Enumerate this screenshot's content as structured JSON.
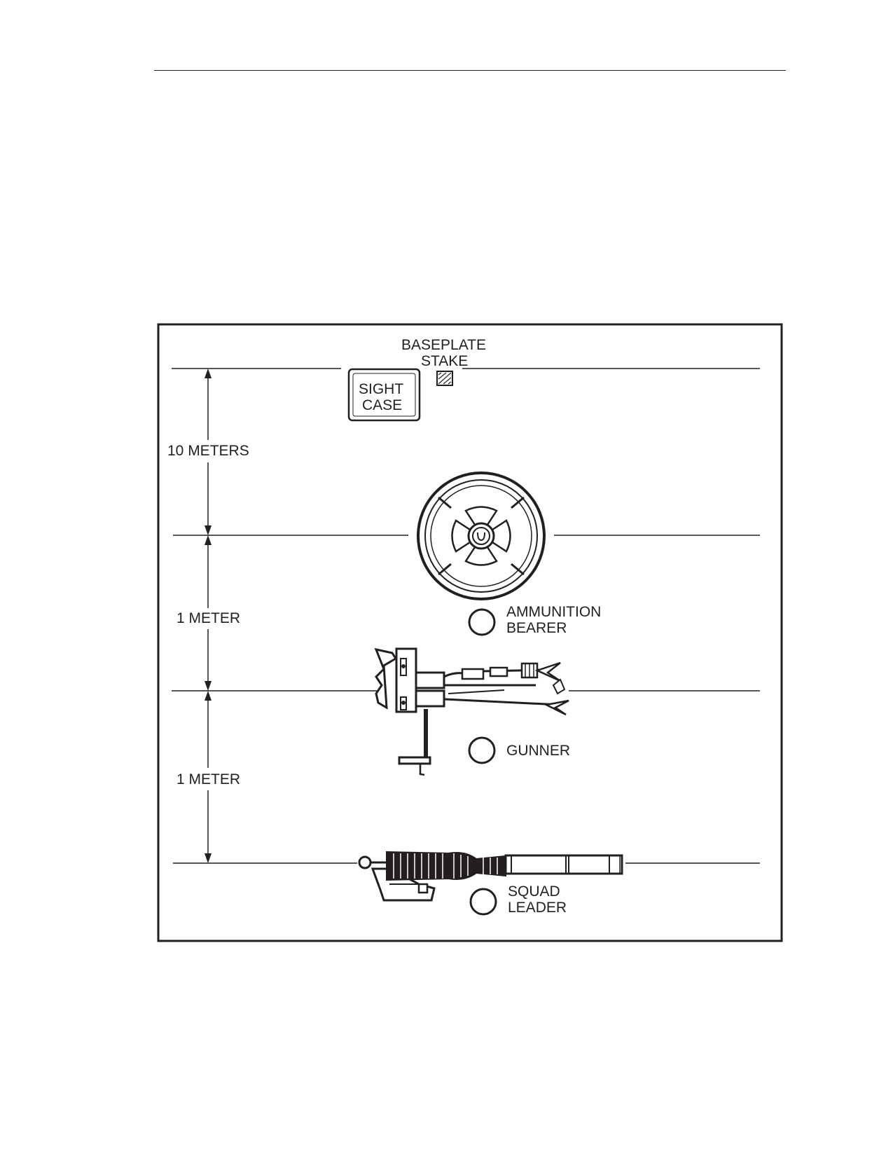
{
  "figure": {
    "labels": {
      "baseplate_stake": [
        "BASEPLATE",
        "STAKE"
      ],
      "sight_case": [
        "SIGHT",
        "CASE"
      ],
      "ammunition_bearer": [
        "AMMUNITION",
        "BEARER"
      ],
      "gunner": "GUNNER",
      "squad_leader": [
        "SQUAD",
        "LEADER"
      ]
    },
    "distances": {
      "first": "10 METERS",
      "second": "1 METER",
      "third": "1 METER"
    },
    "icons": {
      "baseplate": "mortar-baseplate-icon",
      "bipod": "mortar-bipod-icon",
      "cannon": "mortar-cannon-icon",
      "soldier": "soldier-position-icon",
      "stake": "baseplate-stake-icon"
    },
    "colors": {
      "ink": "#231f20",
      "paper": "#ffffff"
    }
  }
}
